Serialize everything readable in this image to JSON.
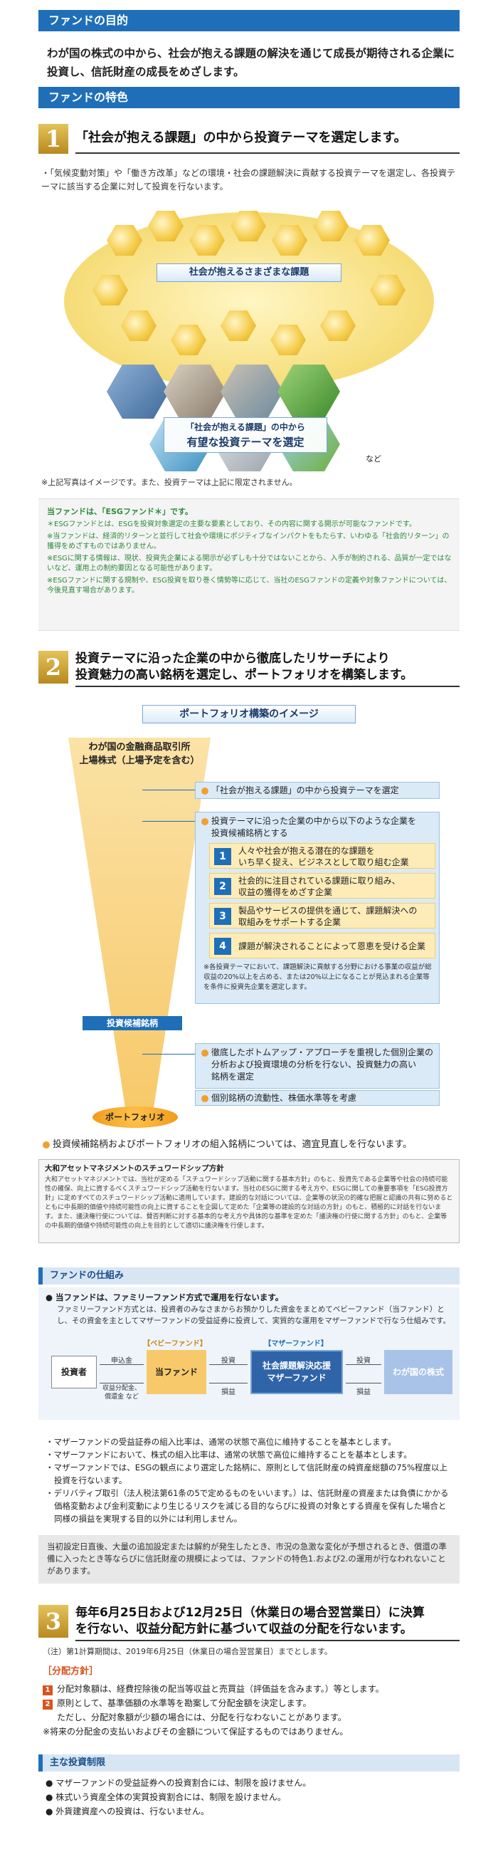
{
  "purpose": {
    "heading": "ファンドの目的",
    "text": "わが国の株式の中から、社会が抱える課題の解決を通じて成長が期待される企業に投資し、信託財産の成長をめざします。"
  },
  "features": {
    "heading": "ファンドの特色",
    "f1": {
      "num": "1",
      "title": "「社会が抱える課題」の中から投資テーマを選定します。",
      "desc": "・「気候変動対策」や「働き方改革」などの環境・社会の課題解決に貢献する投資テーマを選定し、各投資テーマに該当する企業に対して投資を行ないます。",
      "hex_label": "社会が抱えるさまざまな課題",
      "select_line1": "「社会が抱える課題」の中から",
      "select_line2": "有望な投資テーマを選定",
      "etc": "など",
      "photo_note": "※上記写真はイメージです。また、投資テーマは上記に限定されません。",
      "esg_title": "当ファンドは、「ESGファンド＊」です。",
      "esg_notes": [
        "＊ESGファンドとは、ESGを投資対象選定の主要な要素としており、その内容に関する開示が可能なファンドです。",
        "※当ファンドは、経済的リターンと並行して社会や環境にポジティブなインパクトをもたらす、いわゆる「社会的リターン」の獲得をめざすものではありません。",
        "※ESGに関する情報は、現状、投資先企業による開示が必ずしも十分ではないことから、入手が制約される、品質が一定ではないなど、運用上の制約要因となる可能性があります。",
        "※ESGファンドに関する規制や、ESG投資を取り巻く情勢等に応じて、当社のESGファンドの定義や対象ファンドについては、今後見直す場合があります。"
      ]
    },
    "f2": {
      "num": "2",
      "title1": "投資テーマに沿った企業の中から徹底したリサーチにより",
      "title2": "投資魅力の高い銘柄を選定し、ポートフォリオを構築します。",
      "diagram_title": "ポートフォリオ構築のイメージ",
      "universe1": "わが国の金融商品取引所",
      "universe2": "上場株式（上場予定を含む）",
      "step1": "「社会が抱える課題」の中から投資テーマを選定",
      "step2_line1": "投資テーマに沿った企業の中から以下のような企業を",
      "step2_line2": "投資候補銘柄とする",
      "criteria": [
        {
          "n": "1",
          "l1": "人々や社会が抱える潜在的な課題を",
          "l2": "いち早く捉え、ビジネスとして取り組む企業"
        },
        {
          "n": "2",
          "l1": "社会的に注目されている課題に取り組み、",
          "l2": "収益の獲得をめざす企業"
        },
        {
          "n": "3",
          "l1": "製品やサービスの提供を通じて、課題解決への",
          "l2": "取組みをサポートする企業"
        },
        {
          "n": "4",
          "l1": "課題が解決されることによって恩恵を受ける企業",
          "l2": ""
        }
      ],
      "criteria_note": "※各投資テーマにおいて、課題解決に貢献する分野における事業の収益が総収益の20%以上を占める、または20%以上になることが見込まれる企業等を条件に投資先企業を選定します。",
      "candidates": "投資候補銘柄",
      "step3_line1": "徹底したボトムアップ・アプローチを重視した個別企業の",
      "step3_line2": "分析および投資環境の分析を行ない、投資魅力の高い",
      "step3_line3": "銘柄を選定",
      "step4": "個別銘柄の流動性、株価水準等を考慮",
      "portfolio": "ポートフォリオ",
      "review_note": "投資候補銘柄およびポートフォリオの組入銘柄については、適宜見直しを行ないます。",
      "steward_title": "大和アセットマネジメントのスチュワードシップ方針",
      "steward_text": "大和アセットマネジメントでは、当社が定める「スチュワードシップ活動に関する基本方針」のもと、投資先である企業等や社会の持続可能性の確保、向上に資するべくスチュワードシップ活動を行ないます。当社のESGに関する考え方や、ESGに関しての重要事項を「ESG投資方針」に定めすべてのスチュワードシップ活動に適用しています。建設的な対話については、企業等の状況の的確な把握と認識の共有に努めるとともに中長期的価値や持続可能性の向上に資することを企図して定めた「企業等の建設的な対話の方針」のもと、積極的に対話を行ないます。また、議決権行使については、賛否判断に対する基本的な考え方や具体的な基準を定めた「議決権の行使に関する方針」のもと、企業等の中長期的価値や持続可能性の向上を目的として適切に議決権を行使します。"
    },
    "structure": {
      "heading": "ファンドの仕組み",
      "lead": "● 当ファンドは、ファミリーファンド方式で運用を行ないます。",
      "lead_detail": "ファミリーファンド方式とは、投資者のみなさまからお預かりした資金をまとめてベビーファンド（当ファンド）とし、その資金を主としてマザーファンドの受益証券に投資して、実質的な運用をマザーファンドで行なう仕組みです。",
      "investor": "投資者",
      "baby_label": "【ベビーファンド】",
      "baby": "当ファンド",
      "mother_label": "【マザーファンド】",
      "mother1": "社会課題解決応援",
      "mother2": "マザーファンド",
      "market": "わが国の株式",
      "apply": "申込金",
      "dist1": "収益分配金、",
      "dist2": "償還金 など",
      "invest1": "投資",
      "return1": "損益",
      "invest2": "投資",
      "return2": "損益",
      "notes": [
        "・マザーファンドの受益証券の組入比率は、通常の状態で高位に維持することを基本とします。",
        "・マザーファンドにおいて、株式の組入比率は、通常の状態で高位に維持することを基本とします。",
        "・マザーファンドでは、ESGの観点により選定した銘柄に、原則として信託財産の純資産総額の75%程度以上投資を行ないます。",
        "・デリバティブ取引（法人税法第61条の5で定めるものをいいます。）は、信託財産の資産または負債にかかる価格変動および金利変動により生じるリスクを減じる目的ならびに投資の対象とする資産を保有した場合と同様の損益を実現する目的以外には利用しません。"
      ],
      "caution": "当初設定日直後、大量の追加設定または解約が発生したとき、市況の急激な変化が予想されるとき、償還の準備に入ったとき等ならびに信託財産の規模によっては、ファンドの特色1.および2.の運用が行なわれないことがあります。"
    },
    "f3": {
      "num": "3",
      "title1": "毎年6月25日および12月25日（休業日の場合翌営業日）に決算",
      "title2": "を行ない、収益分配方針に基づいて収益の分配を行ないます。",
      "note": "（注）第1計算期間は、2019年6月25日（休業日の場合翌営業日）までとします。",
      "policy_heading": "［分配方針］",
      "policy1": "分配対象額は、経費控除後の配当等収益と売買益（評価益を含みます。）等とします。",
      "policy2": "原則として、基準価額の水準等を勘案して分配金額を決定します。",
      "policy2b": "ただし、分配対象額が少額の場合には、分配を行なわないことがあります。",
      "policy_note": "※将来の分配金の支払いおよびその金額について保証するものではありません。",
      "limits_heading": "主な投資制限",
      "limits": [
        "● マザーファンドの受益証券への投資割合には、制限を設けません。",
        "● 株式いう資産全体の実質投資割合には、制限を設けません。",
        "● 外貨建資産への投資は、行ないません。"
      ]
    }
  }
}
